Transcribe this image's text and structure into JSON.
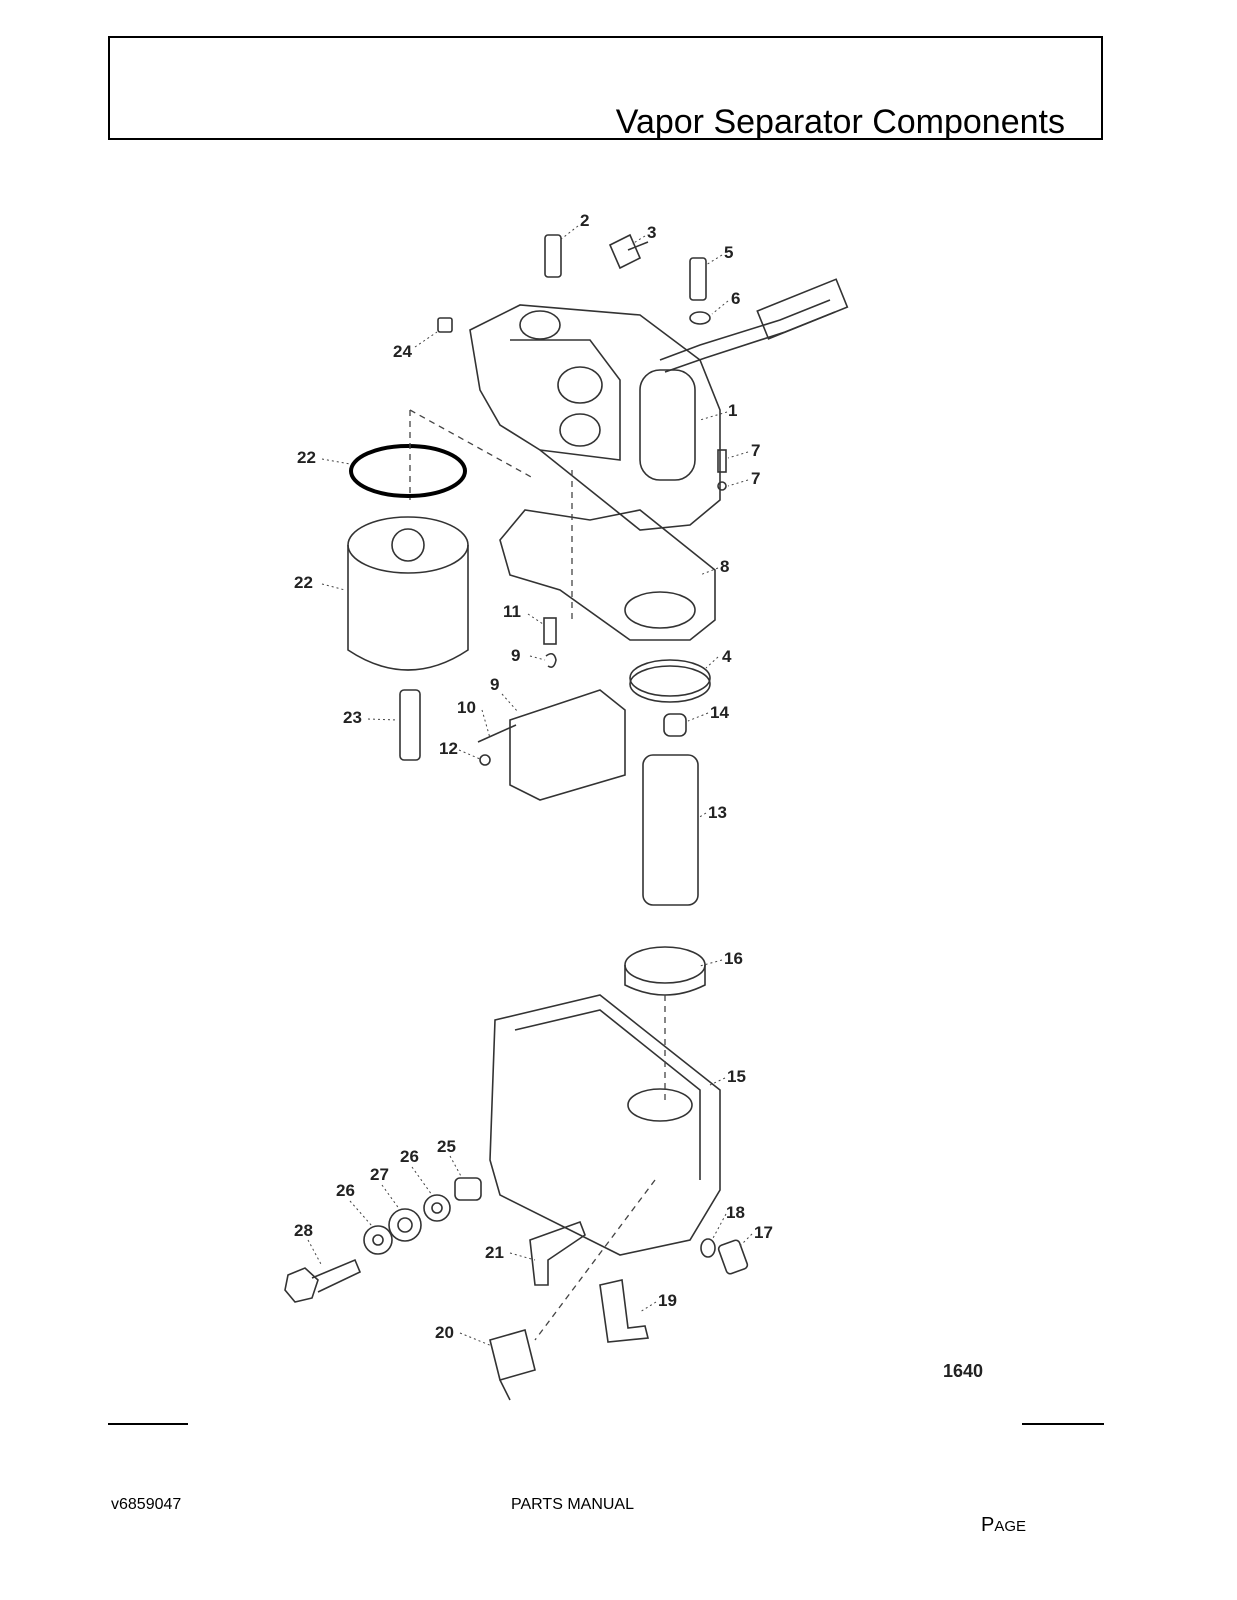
{
  "header": {
    "title": "Vapor Separator Components"
  },
  "diagram": {
    "figure_number": "1640",
    "callouts": [
      "1",
      "2",
      "3",
      "4",
      "5",
      "6",
      "7",
      "7",
      "8",
      "9",
      "9",
      "10",
      "11",
      "12",
      "13",
      "14",
      "15",
      "16",
      "17",
      "18",
      "19",
      "20",
      "21",
      "22",
      "22",
      "23",
      "24",
      "25",
      "26",
      "26",
      "27",
      "28"
    ]
  },
  "footer": {
    "doc_id": "v6859047",
    "manual": "PARTS MANUAL",
    "page_first": "P",
    "page_rest": "AGE"
  }
}
